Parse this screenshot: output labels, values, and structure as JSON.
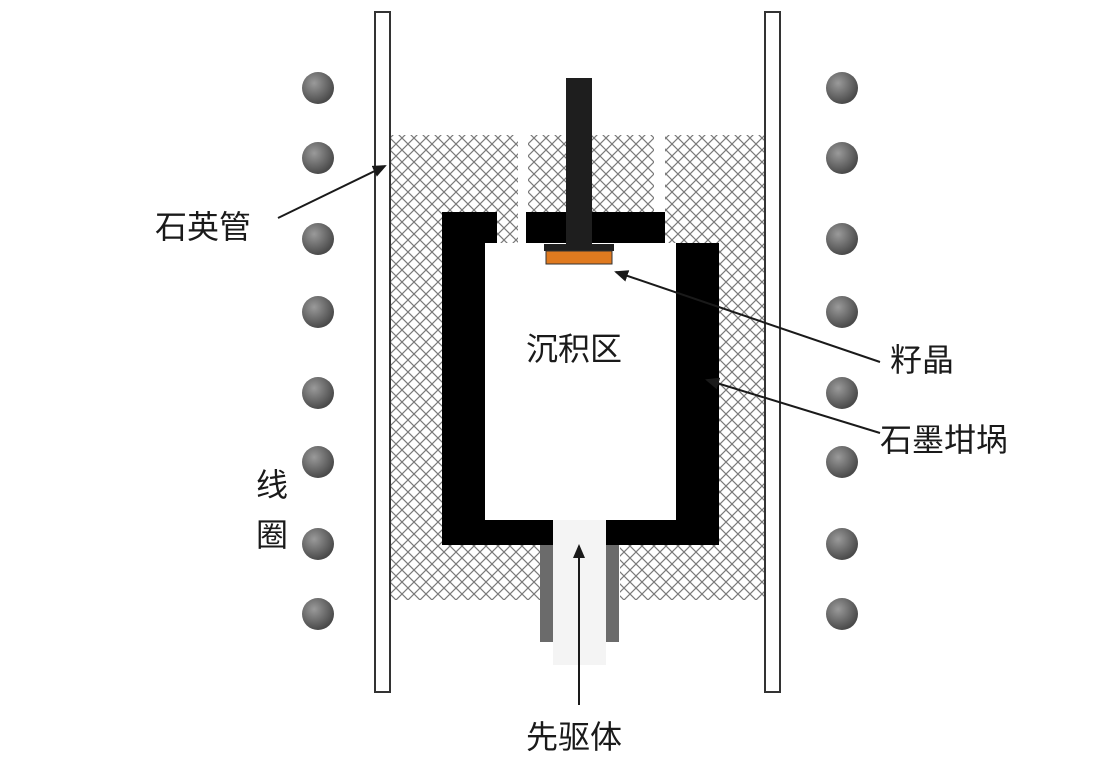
{
  "labels": {
    "quartz_tube": "石英管",
    "seed_crystal": "籽晶",
    "graphite_crucible": "石墨坩埚",
    "deposition_zone": "沉积区",
    "coil_char1": "线",
    "coil_char2": "圈",
    "precursor": "先驱体"
  },
  "colors": {
    "coil": "#707070",
    "crucible": "#000000",
    "seed": "#e07a1f",
    "rod": "#1e1e1e",
    "feed_wall": "#6b6b6b",
    "tube_edge": "#333333",
    "insulation_hatch": "#7a7a7a"
  },
  "icons": {
    "coil_turn": "gray-sphere",
    "insulation": "cross-hatch-fill"
  }
}
